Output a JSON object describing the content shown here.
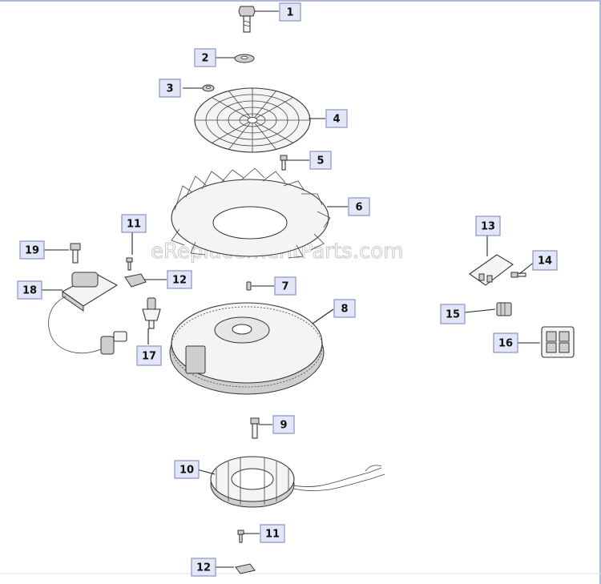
{
  "watermark": "eReplacementParts.com",
  "callouts": [
    {
      "id": "c1",
      "label": "1"
    },
    {
      "id": "c2",
      "label": "2"
    },
    {
      "id": "c3",
      "label": "3"
    },
    {
      "id": "c4",
      "label": "4"
    },
    {
      "id": "c5",
      "label": "5"
    },
    {
      "id": "c6",
      "label": "6"
    },
    {
      "id": "c7",
      "label": "7"
    },
    {
      "id": "c8",
      "label": "8"
    },
    {
      "id": "c9",
      "label": "9"
    },
    {
      "id": "c10",
      "label": "10"
    },
    {
      "id": "c11a",
      "label": "11"
    },
    {
      "id": "c11b",
      "label": "11"
    },
    {
      "id": "c12a",
      "label": "12"
    },
    {
      "id": "c12b",
      "label": "12"
    },
    {
      "id": "c13",
      "label": "13"
    },
    {
      "id": "c14",
      "label": "14"
    },
    {
      "id": "c15",
      "label": "15"
    },
    {
      "id": "c16",
      "label": "16"
    },
    {
      "id": "c17",
      "label": "17"
    },
    {
      "id": "c18",
      "label": "18"
    },
    {
      "id": "c19",
      "label": "19"
    }
  ],
  "colors": {
    "callout_fill": "#e2e6f6",
    "callout_border": "#8a93c9",
    "frame": "#aeb8d8"
  }
}
